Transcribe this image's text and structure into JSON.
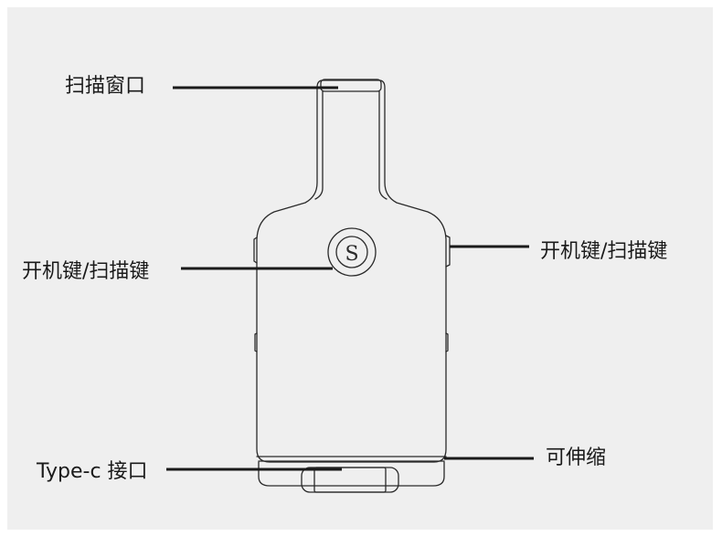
{
  "callouts": {
    "scan_window": "扫描窗口",
    "power_scan_key_front": "开机键/扫描键",
    "power_scan_key_side": "开机键/扫描键",
    "typec_port": "Type-c 接口",
    "retractable": "可伸缩"
  },
  "logo": {
    "letter": "S"
  },
  "colors": {
    "background": "#efefef",
    "outline": "#2a2a2a",
    "leader_line": "#1a1a1a",
    "text": "#1a1a1a"
  }
}
